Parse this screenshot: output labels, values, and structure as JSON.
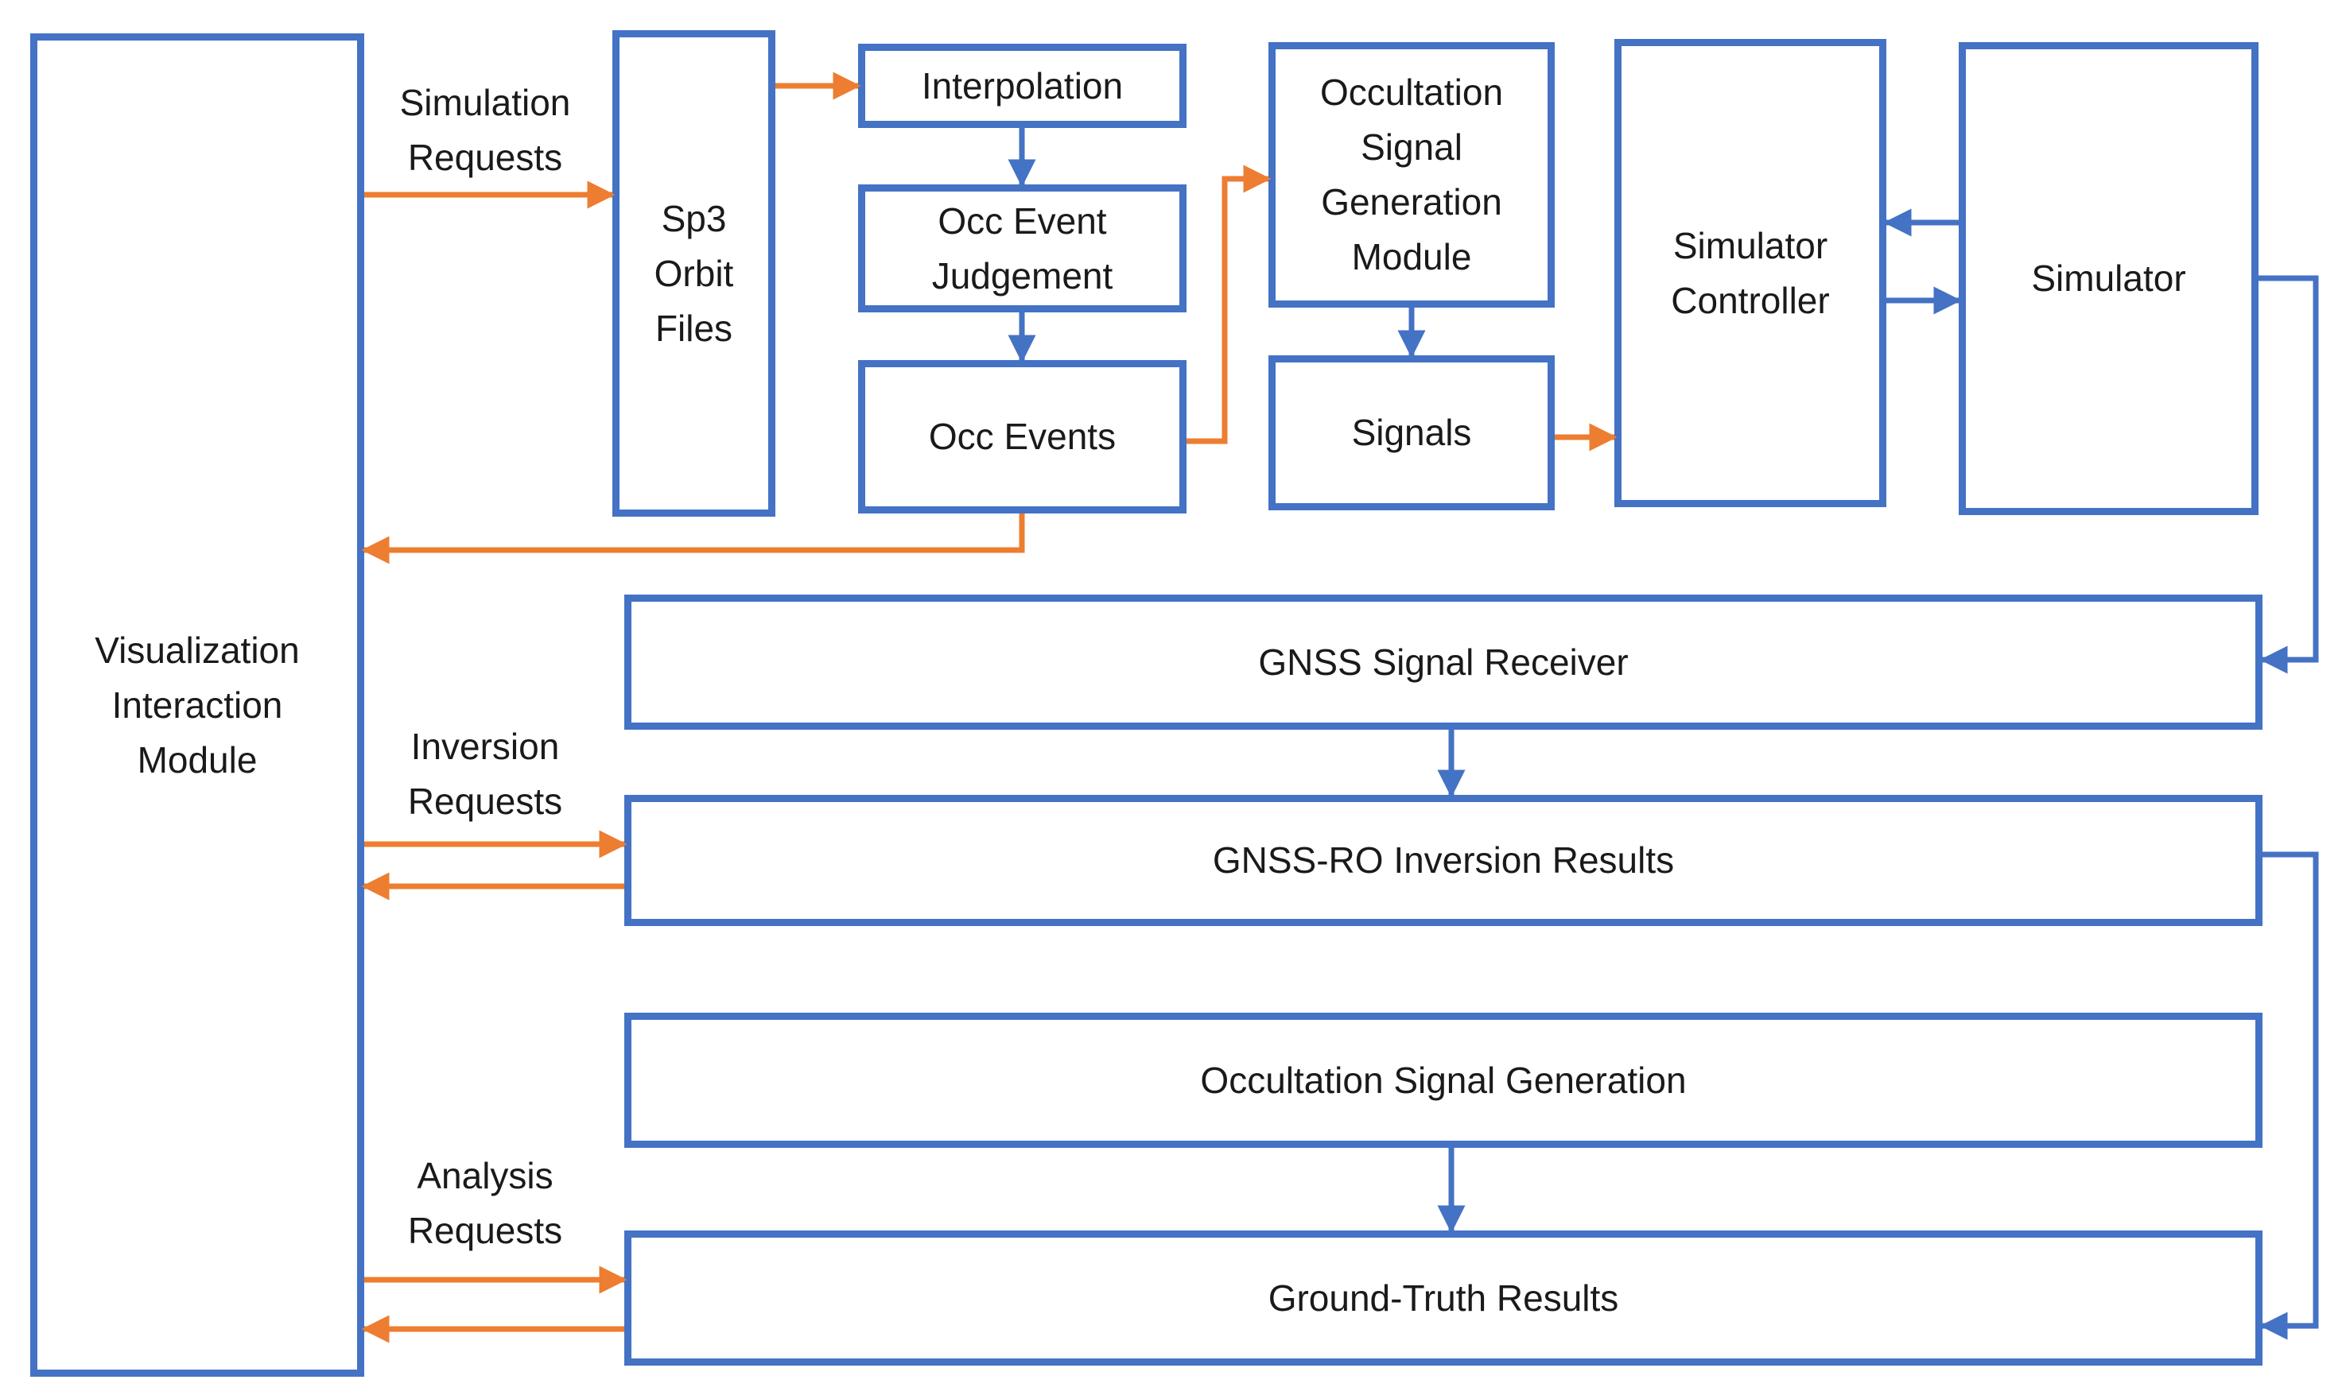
{
  "colors": {
    "box_border_blue": "#4472C4",
    "arrow_blue": "#4472C4",
    "arrow_orange": "#ED7D31",
    "text": "#1A1A1A",
    "background": "#FFFFFF"
  },
  "boxes": {
    "viz": {
      "label": "Visualization\nInteraction\nModule"
    },
    "sp3": {
      "label": "Sp3\nOrbit\nFiles"
    },
    "interpolation": {
      "label": "Interpolation"
    },
    "occ_event_judgement": {
      "label": "Occ Event\nJudgement"
    },
    "occ_events": {
      "label": "Occ Events"
    },
    "osgm": {
      "label": "Occultation\nSignal\nGeneration\nModule"
    },
    "signals": {
      "label": "Signals"
    },
    "sim_controller": {
      "label": "Simulator\nController"
    },
    "simulator": {
      "label": "Simulator"
    },
    "gnss_receiver": {
      "label": "GNSS Signal Receiver"
    },
    "gnss_ro": {
      "label": "GNSS-RO Inversion Results"
    },
    "occ_signal_generation": {
      "label": "Occultation Signal Generation"
    },
    "ground_truth": {
      "label": "Ground-Truth Results"
    }
  },
  "edge_labels": {
    "simulation_requests": "Simulation\nRequests",
    "inversion_requests": "Inversion\nRequests",
    "analysis_requests": "Analysis\nRequests"
  }
}
